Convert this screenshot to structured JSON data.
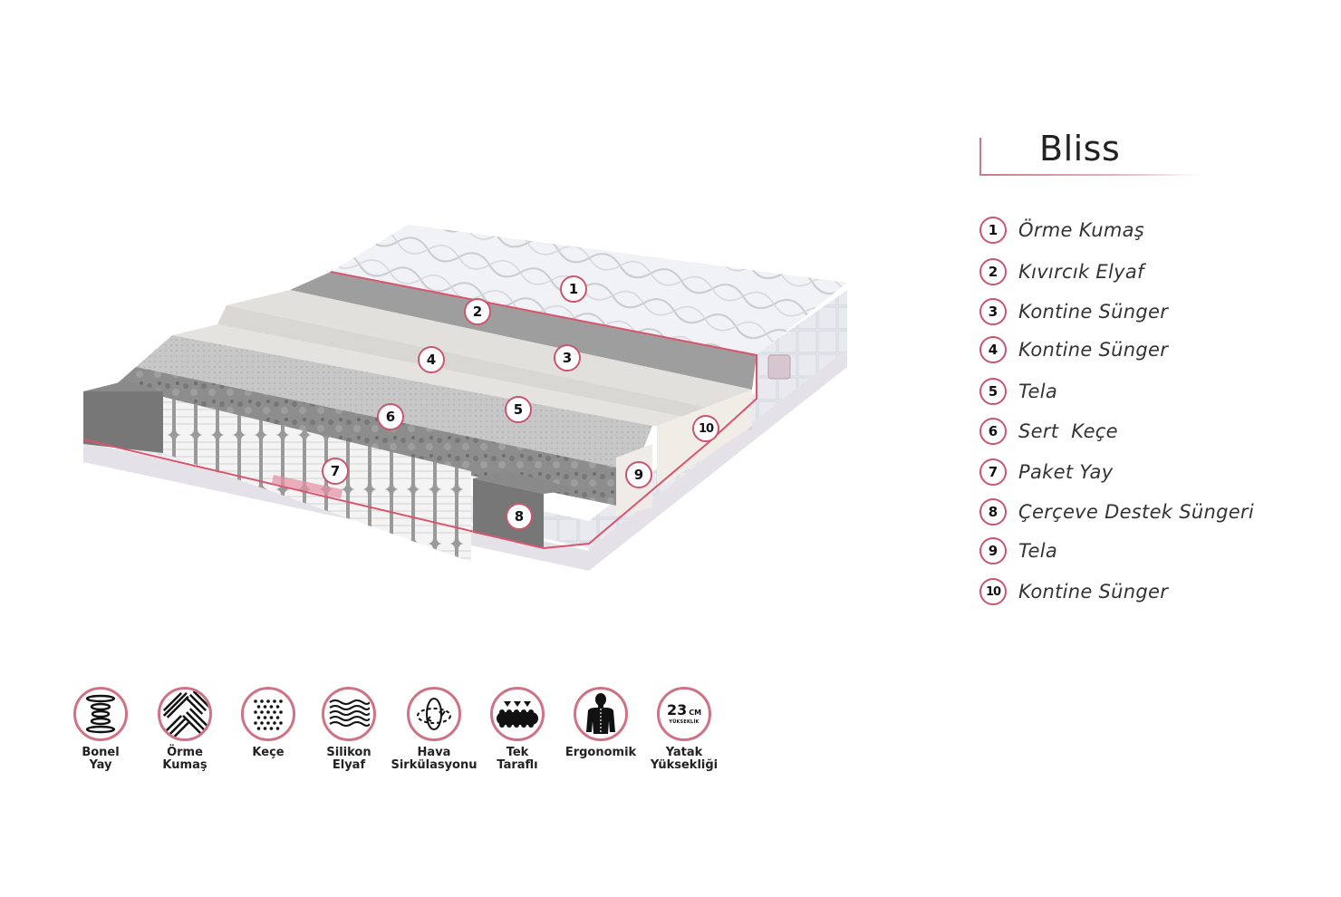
{
  "product": {
    "title": "Bliss"
  },
  "colors": {
    "accent": "#c9566f",
    "accent_light": "#e3b2bd",
    "text": "#333333",
    "foam_dark": "#7a7a7a",
    "foam_light": "#e9e6e1",
    "fabric": "#eceef2"
  },
  "layers": [
    {
      "num": "1",
      "label": "Örme Kumaş"
    },
    {
      "num": "2",
      "label": "Kıvırcık Elyaf"
    },
    {
      "num": "3",
      "label": "Kontine Sünger"
    },
    {
      "num": "4",
      "label": "Kontine Sünger"
    },
    {
      "num": "5",
      "label": "Tela"
    },
    {
      "num": "6",
      "label": "Sert  Keçe"
    },
    {
      "num": "7",
      "label": "Paket Yay"
    },
    {
      "num": "8",
      "label": "Çerçeve Destek Süngeri"
    },
    {
      "num": "9",
      "label": "Tela"
    },
    {
      "num": "10",
      "label": "Kontine Sünger"
    }
  ],
  "features": [
    {
      "icon": "bonnell-spring-icon",
      "line1": "Bonel",
      "line2": "Yay"
    },
    {
      "icon": "knit-fabric-icon",
      "line1": "Örme",
      "line2": "Kumaş"
    },
    {
      "icon": "felt-dots-icon",
      "line1": "Keçe",
      "line2": ""
    },
    {
      "icon": "silicone-fiber-waves-icon",
      "line1": "Silikon",
      "line2": "Elyaf"
    },
    {
      "icon": "air-circulation-icon",
      "line1": "Hava",
      "line2": "Sirkülasyonu"
    },
    {
      "icon": "single-sided-icon",
      "line1": "Tek",
      "line2": "Taraflı"
    },
    {
      "icon": "ergonomic-body-icon",
      "line1": "Ergonomik",
      "line2": ""
    },
    {
      "icon": "mattress-height-icon",
      "line1": "Yatak",
      "line2": "Yüksekliği"
    }
  ],
  "height_icon": {
    "value": "23",
    "unit": "CM",
    "caption": "YÜKSEKLİK"
  }
}
